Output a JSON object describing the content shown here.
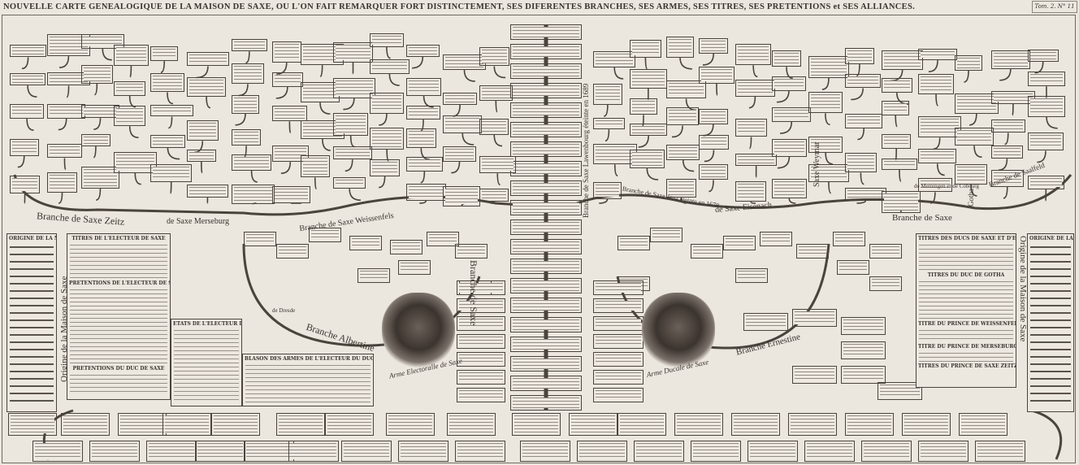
{
  "header": {
    "title": "NOUVELLE CARTE GENEALOGIQUE DE LA MAISON DE SAXE, OU L'ON FAIT REMARQUER FORT DISTINCTEMENT, SES DIFERENTES BRANCHES, SES ARMES, SES TITRES, SES PRETENTIONS et SES ALLIANCES.",
    "tome": "Tom. 2. N° 11"
  },
  "branches": {
    "zeitz": "Branche de Saxe Zeitz",
    "merseburg": "de Saxe Merseburg",
    "weissenfels": "Branche de Saxe Weissenfels",
    "albertine": "Branche Albertine",
    "lawenbourg": "Branche de Saxe Lawenbourg éteinte en 1689",
    "saxe_center": "Branche de Saxe",
    "jena": "Branche de Saxe Jena éteinte en 1678",
    "eisenach": "de Saxe Eisenach",
    "weymar": "Saxe Weymar",
    "saalfeld": "Branche de Saalfeld",
    "gotha": "Gotha",
    "saxe_right": "Branche de Saxe",
    "ernestine": "Branche Ernestine",
    "coburg": "de Meiningen et de Cobourg",
    "dresde": "de Dresde"
  },
  "arms": {
    "electoral": "Arme Electoralle de Saxe",
    "ducal": "Arme Ducale de Saxe"
  },
  "panels": {
    "origine_left": "ORIGINE DE LA MAISON DE SAXE",
    "origine_left_vertical": "Origine de la Maison de Saxe",
    "titres_electeur": "TITRES DE L'ELECTEUR DE SAXE",
    "pretentions_electeur": "PRETENTIONS DE L'ELECTEUR DE SAXE",
    "pretentions_duc": "PRETENTIONS DU DUC DE SAXE",
    "etats_electeur": "ETATS DE L'ELECTEUR DE SAXE",
    "blason": "BLASON DES ARMES DE L'ELECTEUR DU DUC DE SAXE",
    "titres_ducs": "TITRES DES DUCS DE SAXE ET D'EISENACK",
    "titres_gotha": "TITRES DU DUC DE GOTHA",
    "titres_weissenfels": "TITRE DU PRINCE DE WEISSENFELS",
    "titres_merseburg": "TITRE DU PRINCE DE MERSEBURG",
    "titres_zeitz": "TITRES DU PRINCE DE SAXE ZEITZ",
    "origine_right": "ORIGINE DE LA MAISON DE SAXE",
    "origine_right_vertical": "Origine de la Maison de Saxe"
  }
}
